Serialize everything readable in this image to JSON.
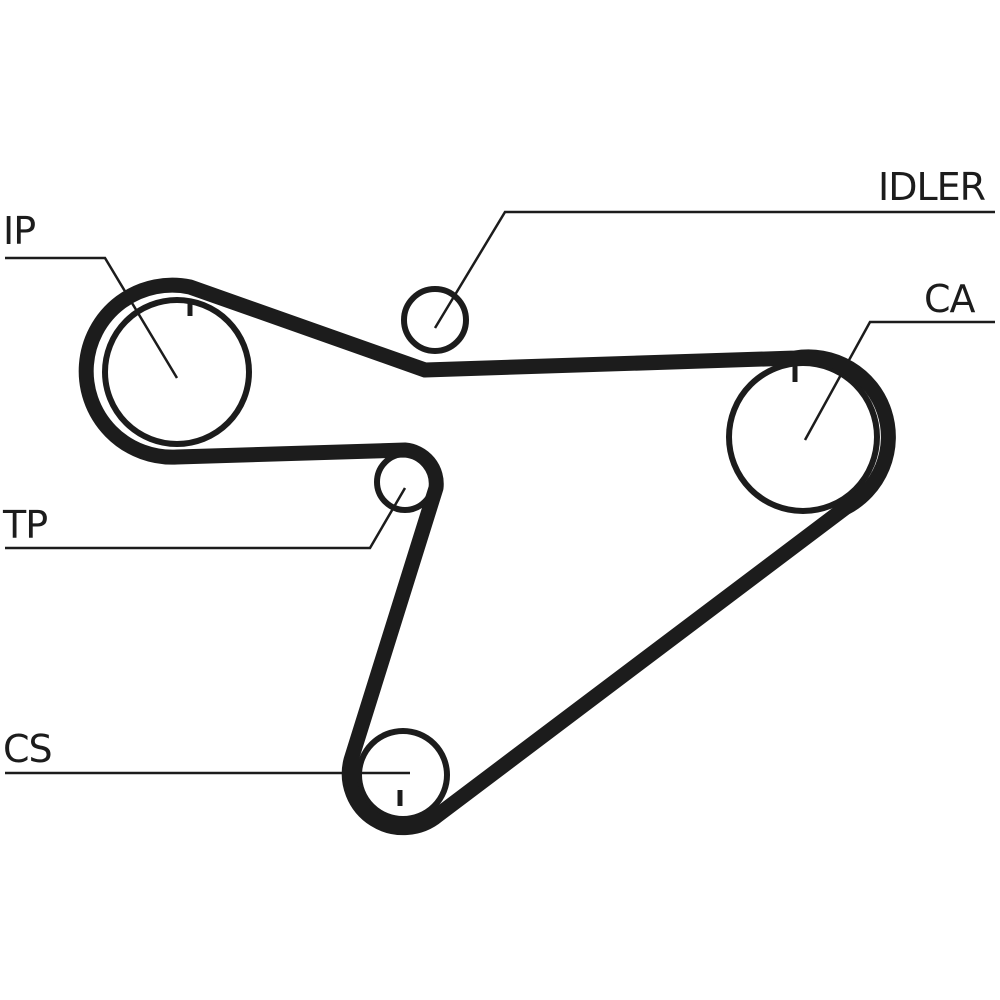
{
  "title": "Timing belt routing diagram",
  "labels": {
    "ip": "IP",
    "idler": "IDLER",
    "ca": "CA",
    "tp": "TP",
    "cs": "CS"
  },
  "colors": {
    "belt": "#1c1c1c",
    "background": "#ffffff"
  }
}
